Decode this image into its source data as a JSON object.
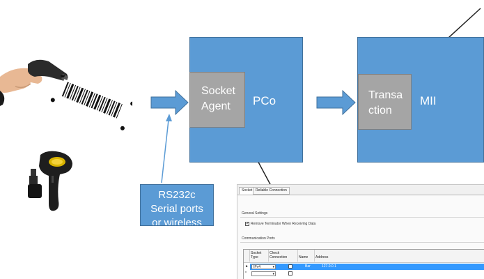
{
  "diagram": {
    "socket_agent": {
      "line1": "Socket",
      "line2": "Agent"
    },
    "pco": "PCo",
    "transaction": {
      "line1": "Transa",
      "line2": "ction"
    },
    "mii": "MII",
    "rs232": {
      "line1": "RS232c",
      "line2": "Serial ports",
      "line3": "or wireless"
    },
    "icons": {
      "scanner_in_hand": "barcode-scanner-in-hand-icon",
      "barcode": "barcode-icon",
      "handheld_scanner": "handheld-scanner-icon",
      "usb_receiver": "usb-receiver-icon"
    }
  },
  "dialog": {
    "tabs": [
      "Socket",
      "Reliable Connection"
    ],
    "general_settings": "General Settings",
    "checkbox_label": "Remove Terminator When Receiving Data",
    "comm_ports": "Communication Ports",
    "columns": [
      "Socket\nType",
      "Check\nConnection",
      "Name",
      "Address"
    ],
    "rows": [
      {
        "marker": "►",
        "type": "IPv4",
        "check": false,
        "name": "Bar",
        "address": "127.0.0.1",
        "selected": true
      },
      {
        "marker": "*",
        "type": "",
        "check": false,
        "name": "",
        "address": "",
        "selected": false
      }
    ]
  },
  "colors": {
    "box_blue": "#5b9bd5",
    "box_grey": "#a5a5a5",
    "arrow_blue": "#5b9bd5",
    "selection": "#3399ff"
  }
}
